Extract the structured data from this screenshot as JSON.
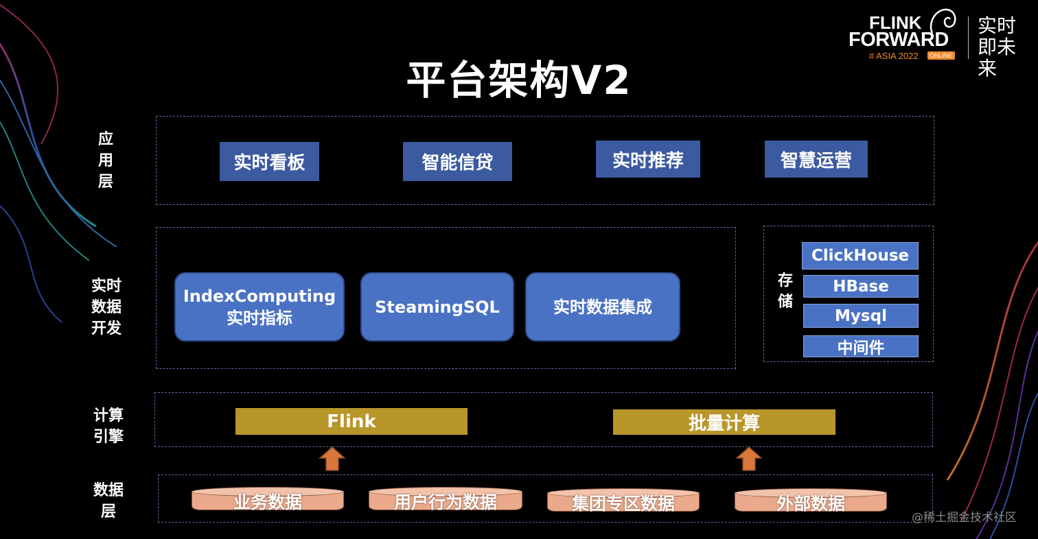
{
  "title": "平台架构V2",
  "logo": {
    "line1": "FLINK",
    "line2": "FORWARD",
    "asia": "# ASIA 2022",
    "online": "ONLINE",
    "cn": "实时即未来"
  },
  "layers": {
    "app": "应用层",
    "realtime": "实时数据开发",
    "storage": "存储",
    "engine": "计算引擎",
    "data": "数据层"
  },
  "app_items": [
    "实时看板",
    "智能信贷",
    "实时推荐",
    "智慧运营"
  ],
  "realtime_items": [
    {
      "line1": "IndexComputing",
      "line2": "实时指标"
    },
    {
      "line1": "SteamingSQL"
    },
    {
      "line1": "实时数据集成"
    }
  ],
  "storage_items": [
    "ClickHouse",
    "HBase",
    "Mysql",
    "中间件"
  ],
  "engine_items": [
    "Flink",
    "批量计算"
  ],
  "data_items": [
    "业务数据",
    "用户行为数据",
    "集团专区数据",
    "外部数据"
  ],
  "watermark": "@稀土掘金技术社区",
  "colors": {
    "app_button": "#3b5aa0",
    "realtime_button": "#4a72c4",
    "engine_bar": "#b8962a",
    "arrow": "#d9763a",
    "data_cylinder": "#eaa98a",
    "logo_accent": "#f08a2c"
  }
}
